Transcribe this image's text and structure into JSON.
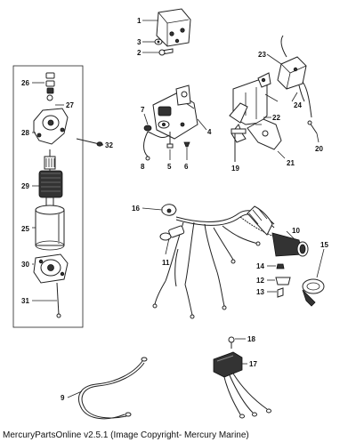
{
  "caption": "MercuryPartsOnline v2.5.1 (Image Copyright- Mercury Marine)",
  "callouts": {
    "c1": "1",
    "c2": "2",
    "c3": "3",
    "c4": "4",
    "c5": "5",
    "c6": "6",
    "c7": "7",
    "c8": "8",
    "c9": "9",
    "c10": "10",
    "c11": "11",
    "c12": "12",
    "c13": "13",
    "c14": "14",
    "c15": "15",
    "c16": "16",
    "c17": "17",
    "c18": "18",
    "c19": "19",
    "c20": "20",
    "c21": "21",
    "c22": "22",
    "c23": "23",
    "c24": "24",
    "c25": "25",
    "c26": "26",
    "c27": "27",
    "c28": "28",
    "c29": "29",
    "c30": "30",
    "c31": "31",
    "c32": "32"
  }
}
